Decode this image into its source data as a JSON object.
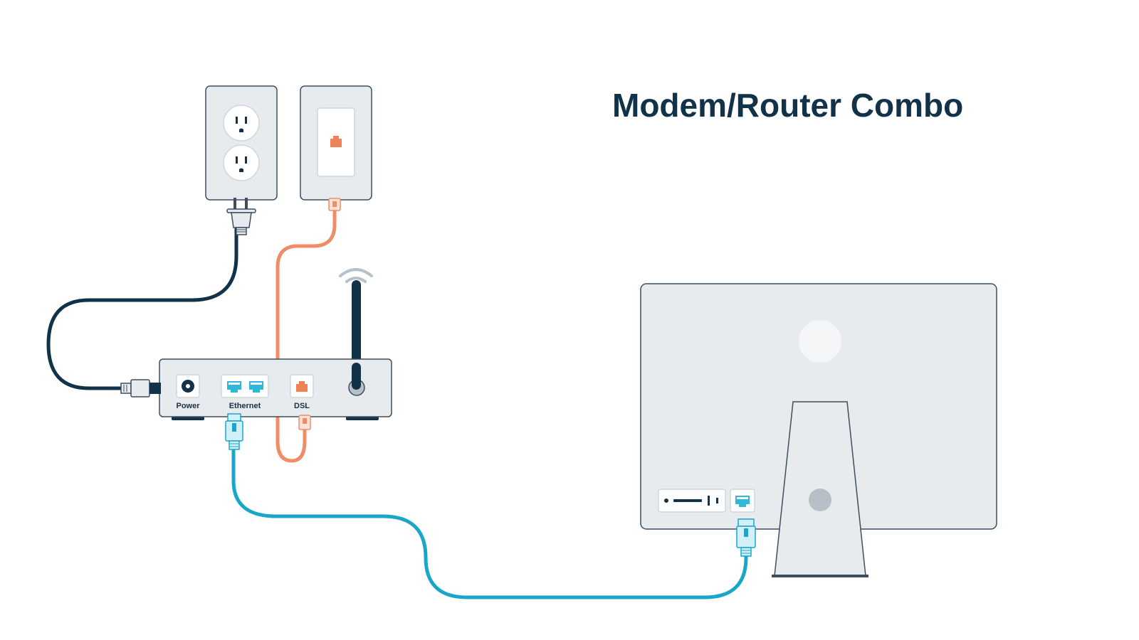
{
  "title": "Modem/Router Combo",
  "ports": {
    "power_label": "Power",
    "ethernet_label": "Ethernet",
    "dsl_label": "DSL"
  },
  "colors": {
    "title": "#12324a",
    "power_cable": "#12324a",
    "dsl_cable": "#f08c66",
    "ethernet_cable": "#1aa6c8",
    "device_fill": "#e8ebee",
    "device_stroke": "#3c4e60",
    "ethernet_port": "#2fb8d8",
    "dsl_port": "#ef8256"
  },
  "icons": {
    "outlet": "power-outlet-icon",
    "phone_jack": "phone-jack-icon",
    "plug": "power-plug-icon",
    "wifi": "wifi-signal-icon",
    "antenna": "antenna-icon",
    "computer": "computer-monitor-back-icon"
  }
}
